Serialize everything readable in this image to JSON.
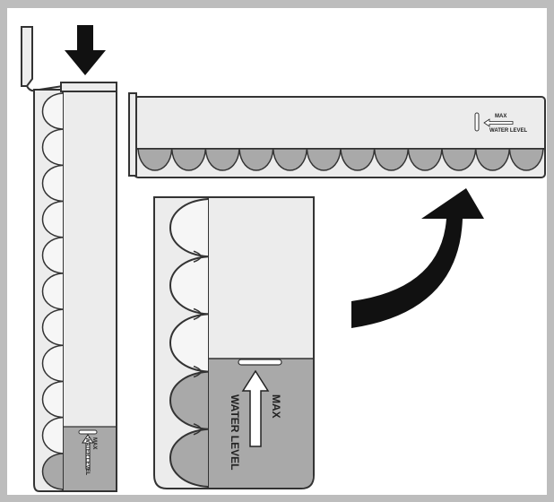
{
  "labels": {
    "small_max": "MAX",
    "small_water_level": "WATER LEVEL",
    "big_max": "MAX",
    "big_water_level": "WATER LEVEL"
  },
  "figure": {
    "tray_vertical_cups": 11,
    "tray_horizontal_cups": 12,
    "zoom_cups": 5,
    "water_fill_zoom_fraction": 0.42
  },
  "colors": {
    "background": "#bdbdbd",
    "panel": "#ffffff",
    "tray_fill": "#ececec",
    "tray_stroke": "#333333",
    "water": "#a9a9a9",
    "arrow": "#111111"
  }
}
